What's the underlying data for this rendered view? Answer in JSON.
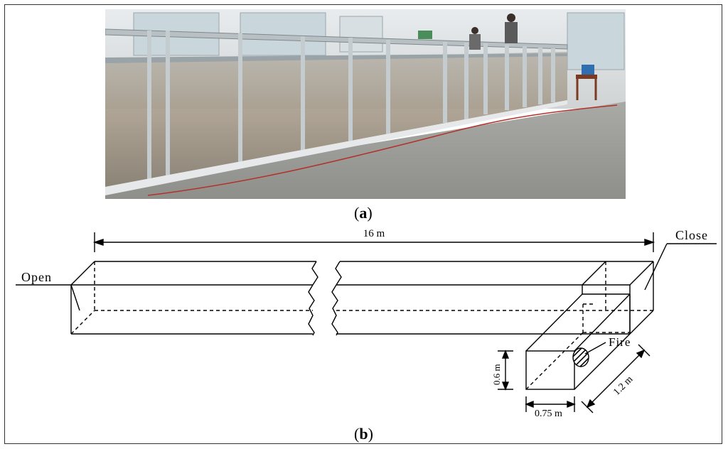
{
  "figure": {
    "panel_a_caption": "a",
    "panel_b_caption": "b",
    "photo": {
      "alt": "Experimental tunnel photograph"
    },
    "diagram": {
      "length_label": "16 m",
      "open_label": "Open",
      "close_label": "Close",
      "fire_label": "Fire",
      "height_label": "0.6 m",
      "width_label": "0.75 m",
      "depth_label": "1.2 m"
    }
  }
}
